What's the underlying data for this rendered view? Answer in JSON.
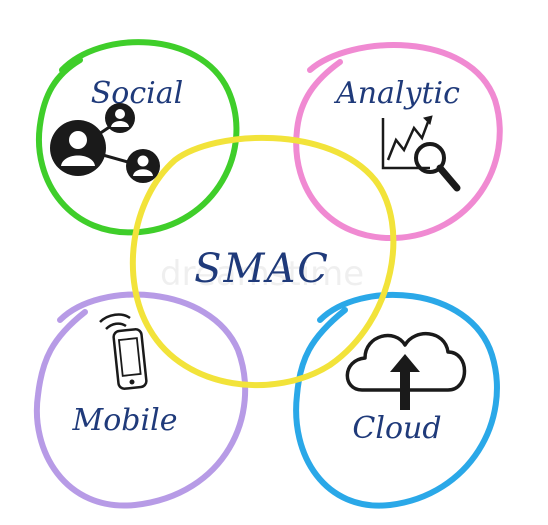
{
  "center": {
    "label": "SMAC",
    "color": "#f2e33a"
  },
  "nodes": [
    {
      "label": "Social",
      "icon": "social-network-icon",
      "color": "#3fce2a"
    },
    {
      "label": "Analytic",
      "icon": "analytics-magnifier-icon",
      "color": "#f08ad2"
    },
    {
      "label": "Mobile",
      "icon": "mobile-phone-icon",
      "color": "#b79be6"
    },
    {
      "label": "Cloud",
      "icon": "cloud-upload-icon",
      "color": "#2aa8e8"
    }
  ],
  "text_color": "#1f3a7a",
  "icon_color": "#1a1a1a",
  "watermark": "dreamstime"
}
